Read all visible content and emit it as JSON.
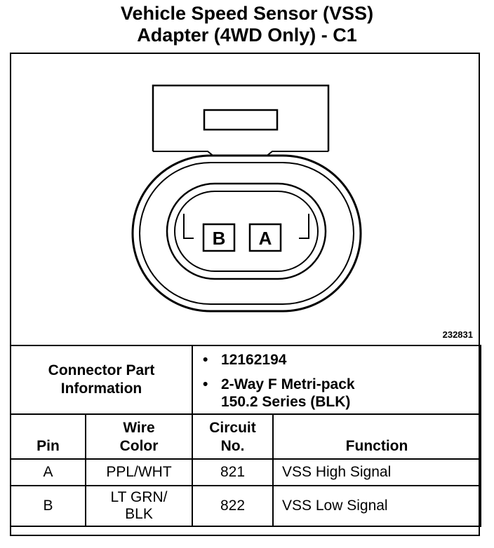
{
  "title": {
    "line1": "Vehicle Speed Sensor (VSS)",
    "line2": "Adapter (4WD Only) - C1"
  },
  "figure": {
    "id": "232831",
    "cavities": [
      "B",
      "A"
    ]
  },
  "connector_info": {
    "label_line1": "Connector Part",
    "label_line2": "Information",
    "bullet": "•",
    "part_number": "12162194",
    "description_line1": "2-Way F Metri-pack",
    "description_line2": "150.2 Series (BLK)"
  },
  "table": {
    "headers": {
      "pin": "Pin",
      "wire_line1": "Wire",
      "wire_line2": "Color",
      "circuit_line1": "Circuit",
      "circuit_line2": "No.",
      "function": "Function"
    },
    "rows": [
      {
        "pin": "A",
        "wire_line1": "PPL/WHT",
        "wire_line2": "",
        "circuit": "821",
        "function": "VSS High Signal"
      },
      {
        "pin": "B",
        "wire_line1": "LT GRN/",
        "wire_line2": "BLK",
        "circuit": "822",
        "function": "VSS Low Signal"
      }
    ]
  }
}
